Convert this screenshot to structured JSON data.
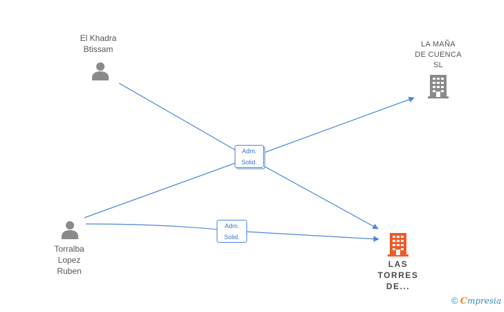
{
  "nodes": {
    "el_khadra": {
      "label": "El Khadra\nBtissam",
      "icon": "person-icon",
      "color": "#8a8a8a"
    },
    "torralba": {
      "label": "Torralba\nLopez\nRuben",
      "icon": "person-icon",
      "color": "#8a8a8a"
    },
    "la_mana": {
      "label": "LA MAÑA\nDE CUENCA\nSL",
      "icon": "building-icon",
      "color": "#8a8a8a"
    },
    "las_torres": {
      "label": "LAS\nTORRES\nDE...",
      "icon": "building-icon",
      "color": "#f05a28"
    }
  },
  "edges": {
    "badge_1": {
      "line1": "Adm.",
      "line2": "Solid."
    },
    "badge_2": {
      "line1": "Adm.",
      "line2": "Solid."
    }
  },
  "colors": {
    "edge": "#4a86d6",
    "focus": "#f05a28",
    "neutral": "#8a8a8a"
  },
  "watermark": {
    "copyright": "©",
    "brand_first": "C",
    "brand_rest": "mpresia"
  }
}
